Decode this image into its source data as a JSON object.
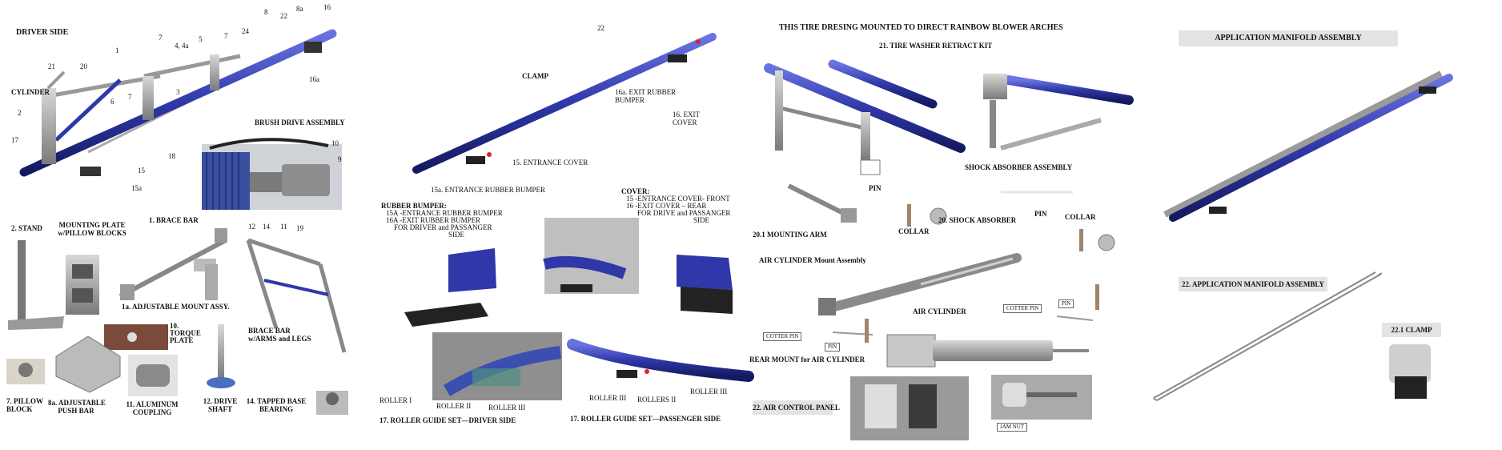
{
  "panel1": {
    "title": "DRIVER SIDE",
    "callouts": {
      "c8": "8",
      "c22": "22",
      "c8a": "8a",
      "c16": "16",
      "c16a": "16a",
      "c7a": "7",
      "c44a": "4, 4a",
      "c5": "5",
      "c7b": "7",
      "c24": "24",
      "c1": "1",
      "c21": "21",
      "c20": "20",
      "c3": "3",
      "c6": "6",
      "c7c": "7",
      "cyl": "CYLINDER",
      "c2": "2",
      "c17": "17",
      "c18": "18",
      "c15": "15",
      "c15a": "15a",
      "c10": "10",
      "c9": "9",
      "c12": "12",
      "c14": "14",
      "c11": "11",
      "c19": "19"
    },
    "brush_drive": "BRUSH DRIVE ASSEMBLY",
    "parts": {
      "stand": "2. STAND",
      "mount_plate_1": "MOUNTING  PLATE",
      "mount_plate_2": "w/PILLOW BLOCKS",
      "brace_bar": "1. BRACE BAR",
      "adj_mount": "1a. ADJUSTABLE MOUNT ASSY.",
      "torque_1": "10.",
      "torque_2": "TORQUE",
      "torque_3": "PLATE",
      "brace_legs_1": "BRACE BAR",
      "brace_legs_2": "w/ARMS and LEGS",
      "pillow_1": "7. PILLOW",
      "pillow_2": "BLOCK",
      "push_1": "8a. ADJUSTABLE",
      "push_2": "PUSH BAR",
      "coupling_1": "11. ALUMINUM",
      "coupling_2": "COUPLING",
      "shaft_1": "12. DRIVE",
      "shaft_2": "SHAFT",
      "bearing_1": "14. TAPPED BASE",
      "bearing_2": "BEARING"
    }
  },
  "panel2": {
    "c22": "22",
    "clamp": "CLAMP",
    "exit_bumper_1": "16a. EXIT RUBBER",
    "exit_bumper_2": "BUMPER",
    "exit_cover_1": "16. EXIT",
    "exit_cover_2": "COVER",
    "entrance_cover": "15.  ENTRANCE  COVER",
    "entrance_bumper": "15a. ENTRANCE RUBBER BUMPER",
    "rubber_bumper": [
      "RUBBER BUMPER:",
      "15A -ENTRANCE RUBBER BUMPER",
      "16A -EXIT RUBBER BUMPER",
      "FOR DRIVER  and  PASSANGER",
      "SIDE"
    ],
    "cover": [
      "COVER:",
      "15 -ENTRANCE COVER- FRONT",
      "16 -EXIT COVER – REAR",
      "FOR DRIVE and PASSANGER",
      "SIDE"
    ],
    "roller1": "ROLLER I",
    "roller2": "ROLLER II",
    "roller3": "ROLLER III",
    "roller_set_driver": "17. ROLLER GUIDE SET—DRIVER SIDE",
    "roller3b": "ROLLER III",
    "rollers2": "ROLLERS II",
    "roller3c": "ROLLER III",
    "roller_set_pass": "17. ROLLER GUIDE SET—PASSENGER  SIDE"
  },
  "panel3": {
    "title": "THIS TIRE DRESING MOUNTED TO DIRECT  RAINBOW BLOWER ARCHES",
    "retract_kit": "21. TIRE WASHER RETRACT  KIT",
    "pin_a": "PIN",
    "shock_assy": "SHOCK ABSORBER ASSEMBLY",
    "collar_a": "COLLAR",
    "mount_arm": "20.1 MOUNTING ARM",
    "shock": "20. SHOCK ABSORBER",
    "pin_b": "PIN",
    "collar_b": "COLLAR",
    "air_mount": "AIR CYLINDER Mount Assembly",
    "air_cyl": "AIR CYLINDER",
    "cotter_a": "COTTER PIN",
    "pin_c": "PIN",
    "cotter_b": "COTTER PIN",
    "pin_d": "PIN",
    "rear_mount": "REAR MOUNT for AIR CYLINDER",
    "air_panel": "22. AIR CONTROL PANEL",
    "jam_nut": "JAM NUT"
  },
  "panel4": {
    "title": "APPLICATION MANIFOLD ASSEMBLY",
    "app_manifold": "22. APPLICATION MANIFOLD ASSEMBLY",
    "clamp": "22.1 CLAMP"
  },
  "colors": {
    "blue": "#2f38a8",
    "steel": "#9a9a9a",
    "dark": "#333333",
    "label_box": "#e3e3e3"
  }
}
